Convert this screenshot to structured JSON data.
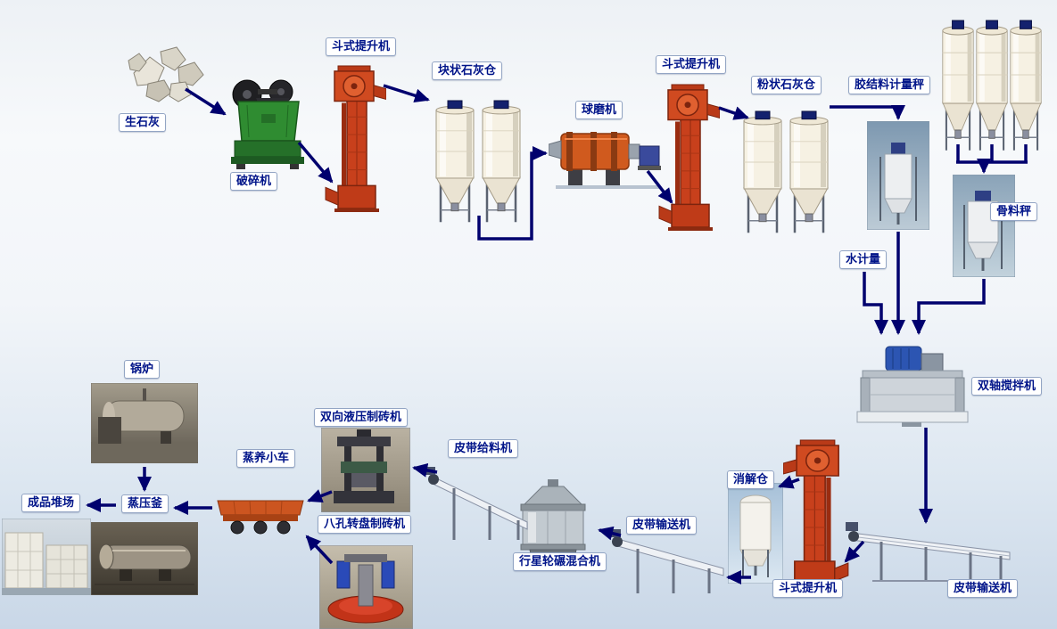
{
  "flow": {
    "labels": {
      "quicklime": "生石灰",
      "crusher": "破碎机",
      "bucket_elevator_1": "斗式提升机",
      "lump_lime_silo": "块状石灰仓",
      "ball_mill": "球磨机",
      "bucket_elevator_2": "斗式提升机",
      "powder_lime_silo": "粉状石灰仓",
      "binder_metering_scale": "胶结料计量秤",
      "aggregate_scale": "骨料秤",
      "water_metering": "水计量",
      "double_shaft_mixer": "双轴搅拌机",
      "belt_conveyor_1": "皮带输送机",
      "bucket_elevator_3": "斗式提升机",
      "digestion_silo": "消解仓",
      "belt_conveyor_2": "皮带输送机",
      "planetary_mixer": "行星轮碾混合机",
      "belt_feeder": "皮带给料机",
      "hydraulic_brick_machine": "双向液压制砖机",
      "rotary_brick_machine": "八孔转盘制砖机",
      "steam_curing_trolley": "蒸养小车",
      "autoclave": "蒸压釜",
      "boiler": "锅炉",
      "finished_product_yard": "成品堆场"
    },
    "colors": {
      "arrow": "#00006e",
      "label_text": "#001489",
      "label_border": "#93a5c4",
      "elevator_red": "#c8401c",
      "crusher_green": "#2f8c31",
      "mixer_motor_blue": "#2c55b2",
      "background_top": "#eef2f6",
      "background_bottom": "#c9d7e7"
    }
  }
}
